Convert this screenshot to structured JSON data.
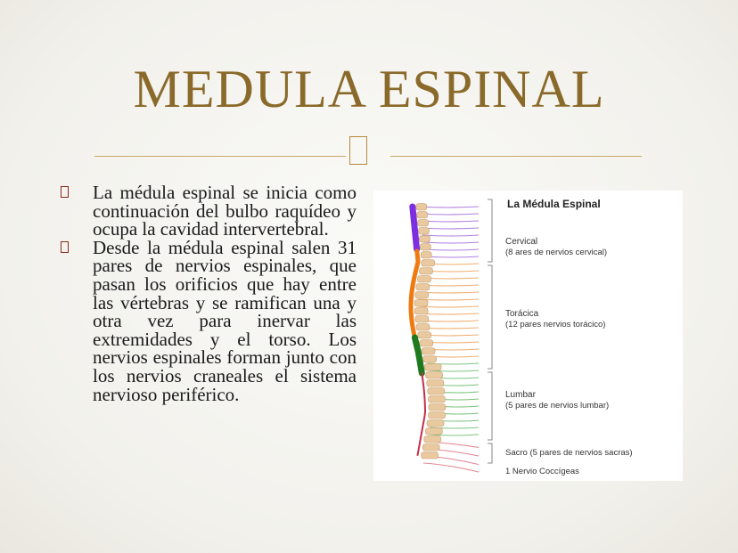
{
  "slide": {
    "title": "MEDULA ESPINAL",
    "bullets": [
      "La médula espinal se inicia como continuación del bulbo raquídeo y ocupa la cavidad intervertebral.",
      "Desde la médula espinal salen 31 pares de nervios espinales, que pasan los orificios que hay entre las vértebras y se ramifican una y otra vez para inervar las extremidades y el torso. Los nervios espinales forman junto con los nervios craneales el sistema nervioso periférico."
    ]
  },
  "figure": {
    "title": "La Médula Espinal",
    "regions": [
      {
        "name": "Cervical",
        "desc": "(8 ares de nervios cervical)",
        "color": "#9b4fd0"
      },
      {
        "name": "Torácica",
        "desc": "(12 pares nervios torácico)",
        "color": "#e08a2a"
      },
      {
        "name": "Lumbar",
        "desc": "(5 pares de nervios lumbar)",
        "color": "#3f9a3f"
      },
      {
        "name": "Sacro (5 pares de nervios sacras)",
        "desc": "",
        "color": "#d05060"
      },
      {
        "name": "1 Nervio Coccígeas",
        "desc": "",
        "color": "#d05060"
      }
    ]
  },
  "colors": {
    "title": "#8a6a2a",
    "rule": "#c9a86b",
    "vertebra": "#e9c9a0",
    "cord_cervical": "#7d2ee0",
    "cord_thoracic": "#ee7a10",
    "cord_lumbar": "#1f7a1f",
    "cord_sacral": "#c2304a"
  }
}
